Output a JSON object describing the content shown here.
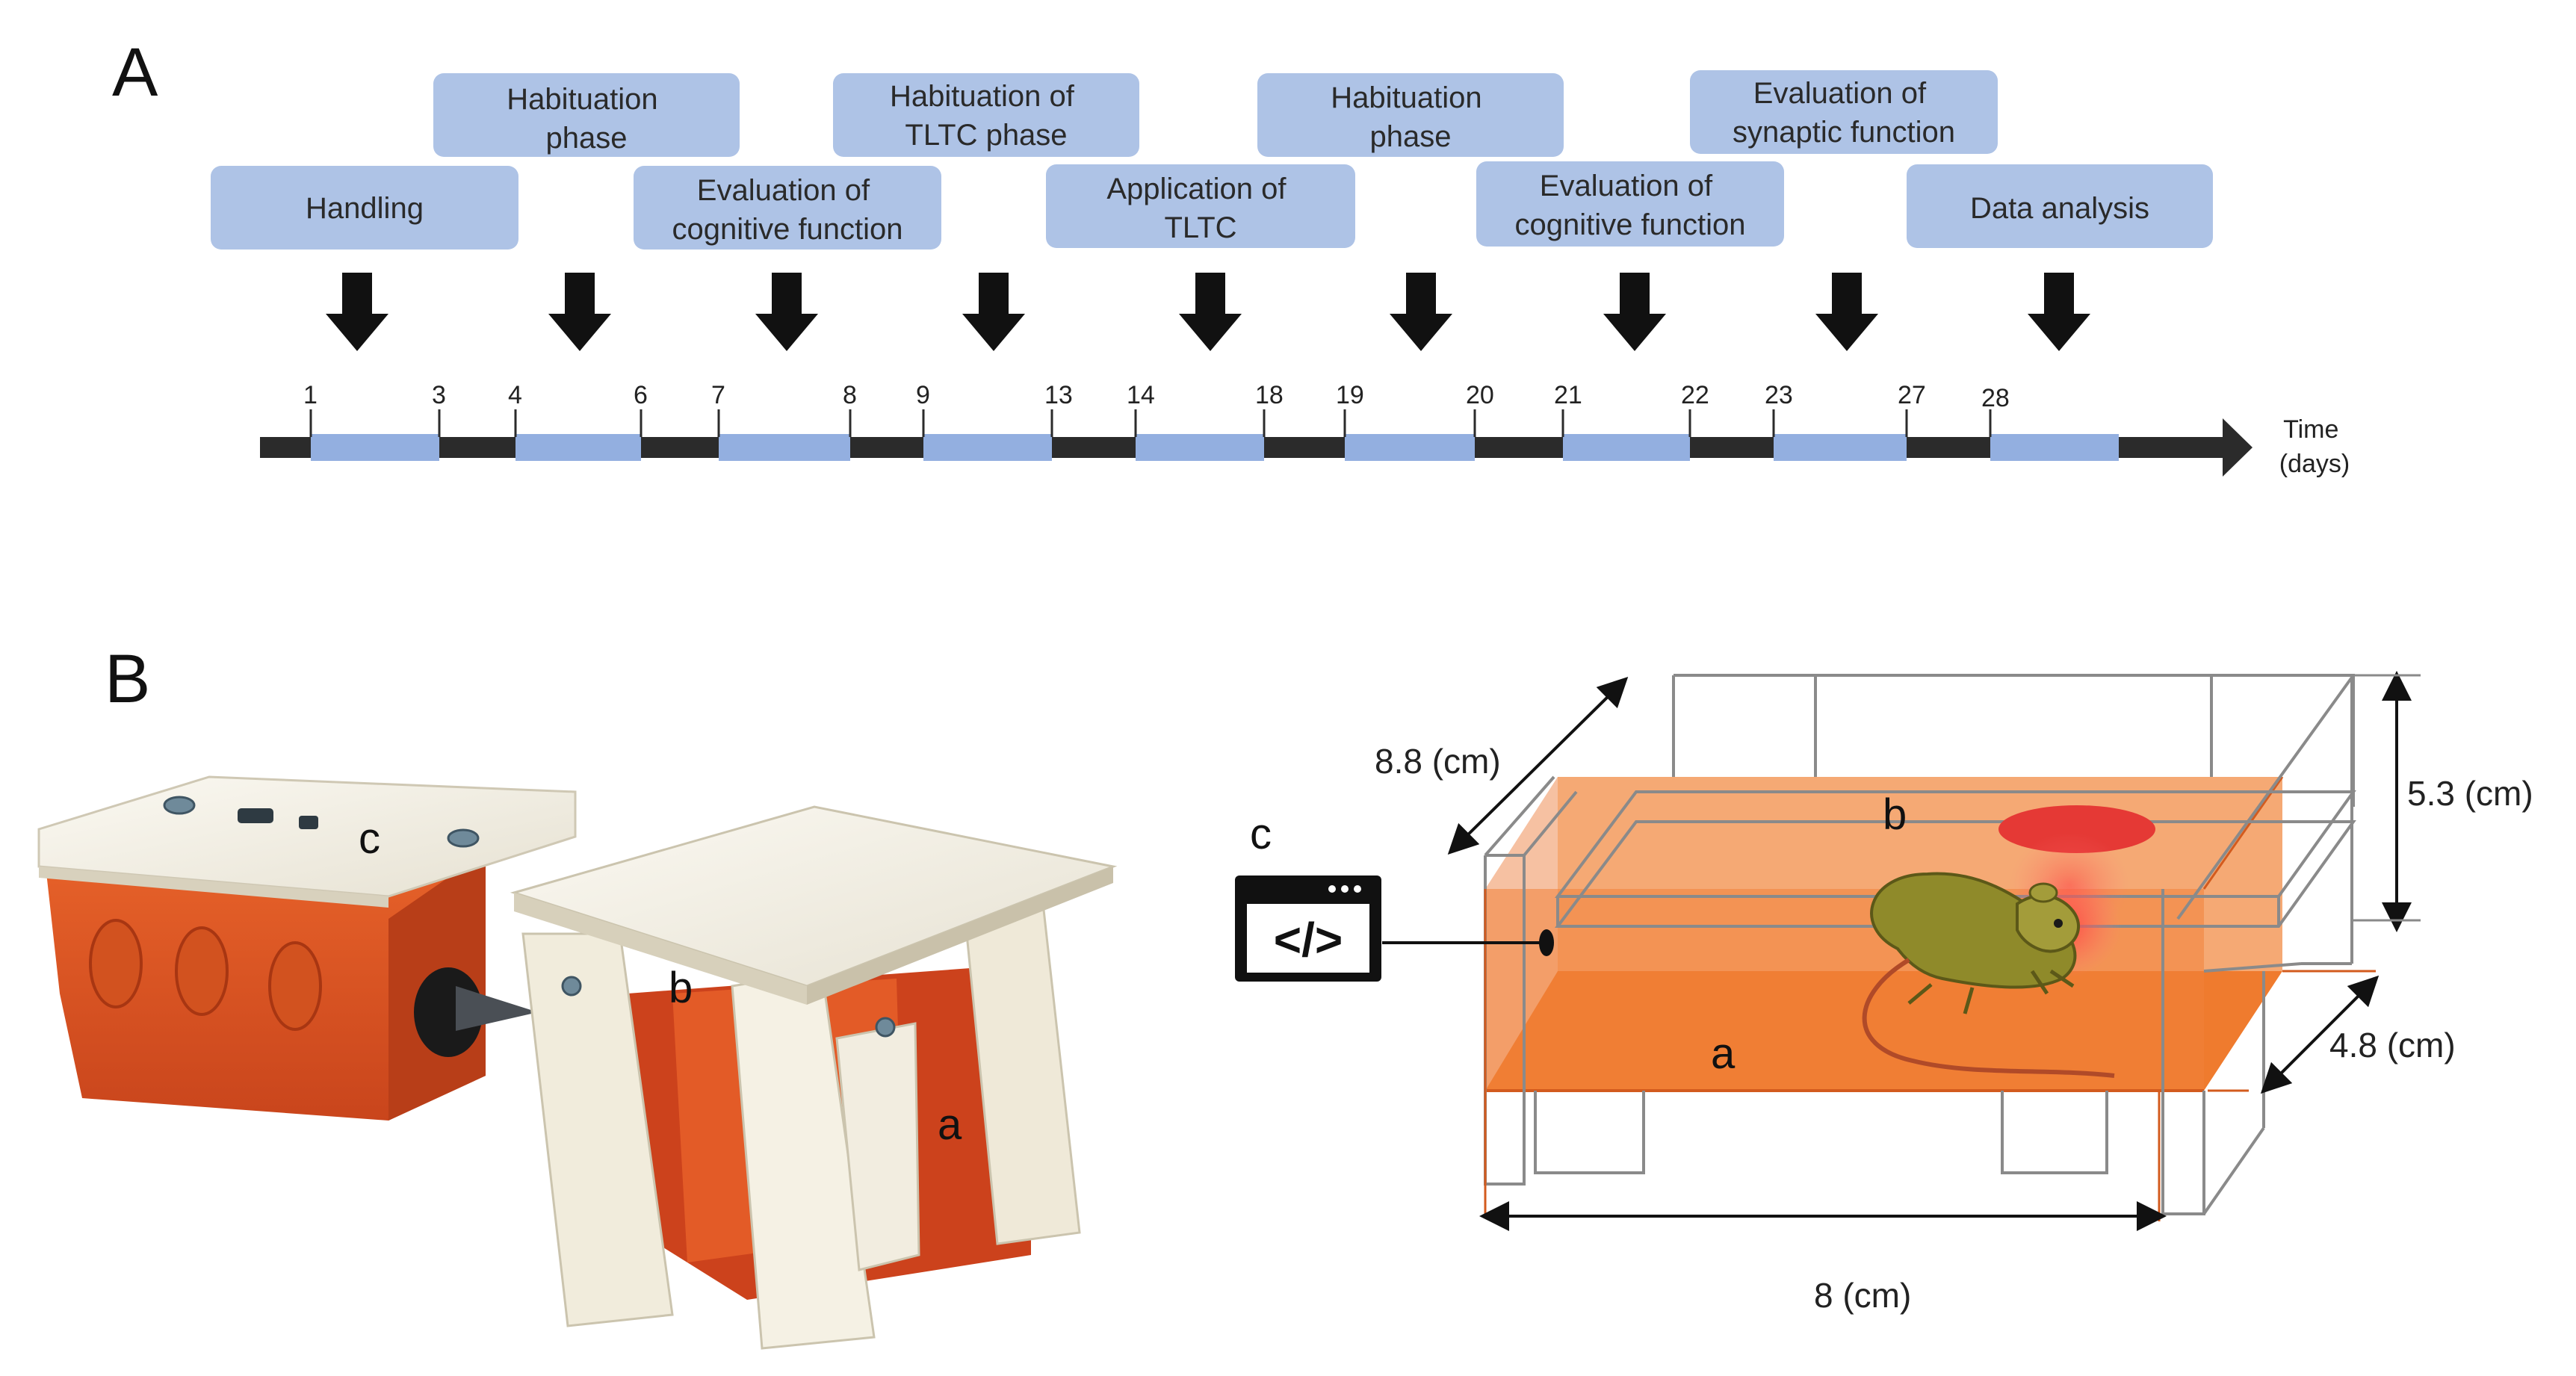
{
  "panel_a": {
    "label": "A",
    "phases": [
      {
        "lines": [
          "Handling"
        ]
      },
      {
        "lines": [
          "Habituation",
          "phase"
        ]
      },
      {
        "lines": [
          "Evaluation of",
          "cognitive function"
        ]
      },
      {
        "lines": [
          "Habituation of",
          "TLTC phase"
        ]
      },
      {
        "lines": [
          "Application of",
          "TLTC"
        ]
      },
      {
        "lines": [
          "Habituation",
          "phase"
        ]
      },
      {
        "lines": [
          "Evaluation of",
          "cognitive function"
        ]
      },
      {
        "lines": [
          "Evaluation of",
          "synaptic function"
        ]
      },
      {
        "lines": [
          "Data analysis"
        ]
      }
    ],
    "ticks": [
      "1",
      "3",
      "4",
      "6",
      "7",
      "8",
      "9",
      "13",
      "14",
      "18",
      "19",
      "20",
      "21",
      "22",
      "23",
      "27",
      "28"
    ],
    "axis_label_line1": "Time",
    "axis_label_line2": "(days)",
    "colors": {
      "phase_box": "#aec3e6",
      "phase_bar": "#93afe0",
      "timeline": "#2b2b2b",
      "arrow": "#111111"
    }
  },
  "panel_b": {
    "label": "B",
    "photo_labels": {
      "a": "a",
      "b": "b",
      "c": "c"
    },
    "diagram_labels": {
      "a": "a",
      "b": "b",
      "c": "c"
    },
    "code_icon_glyph": "</>",
    "dimensions": {
      "depth": "8.8 (cm)",
      "height": "5.3 (cm)",
      "width": "4.8 (cm)",
      "length": "8 (cm)"
    },
    "colors": {
      "chamber": "#f07a2b",
      "chamber_light": "#f4a066",
      "device_white": "#f3efe3",
      "frame": "#8a8a8a",
      "laser": "#e53935"
    }
  }
}
